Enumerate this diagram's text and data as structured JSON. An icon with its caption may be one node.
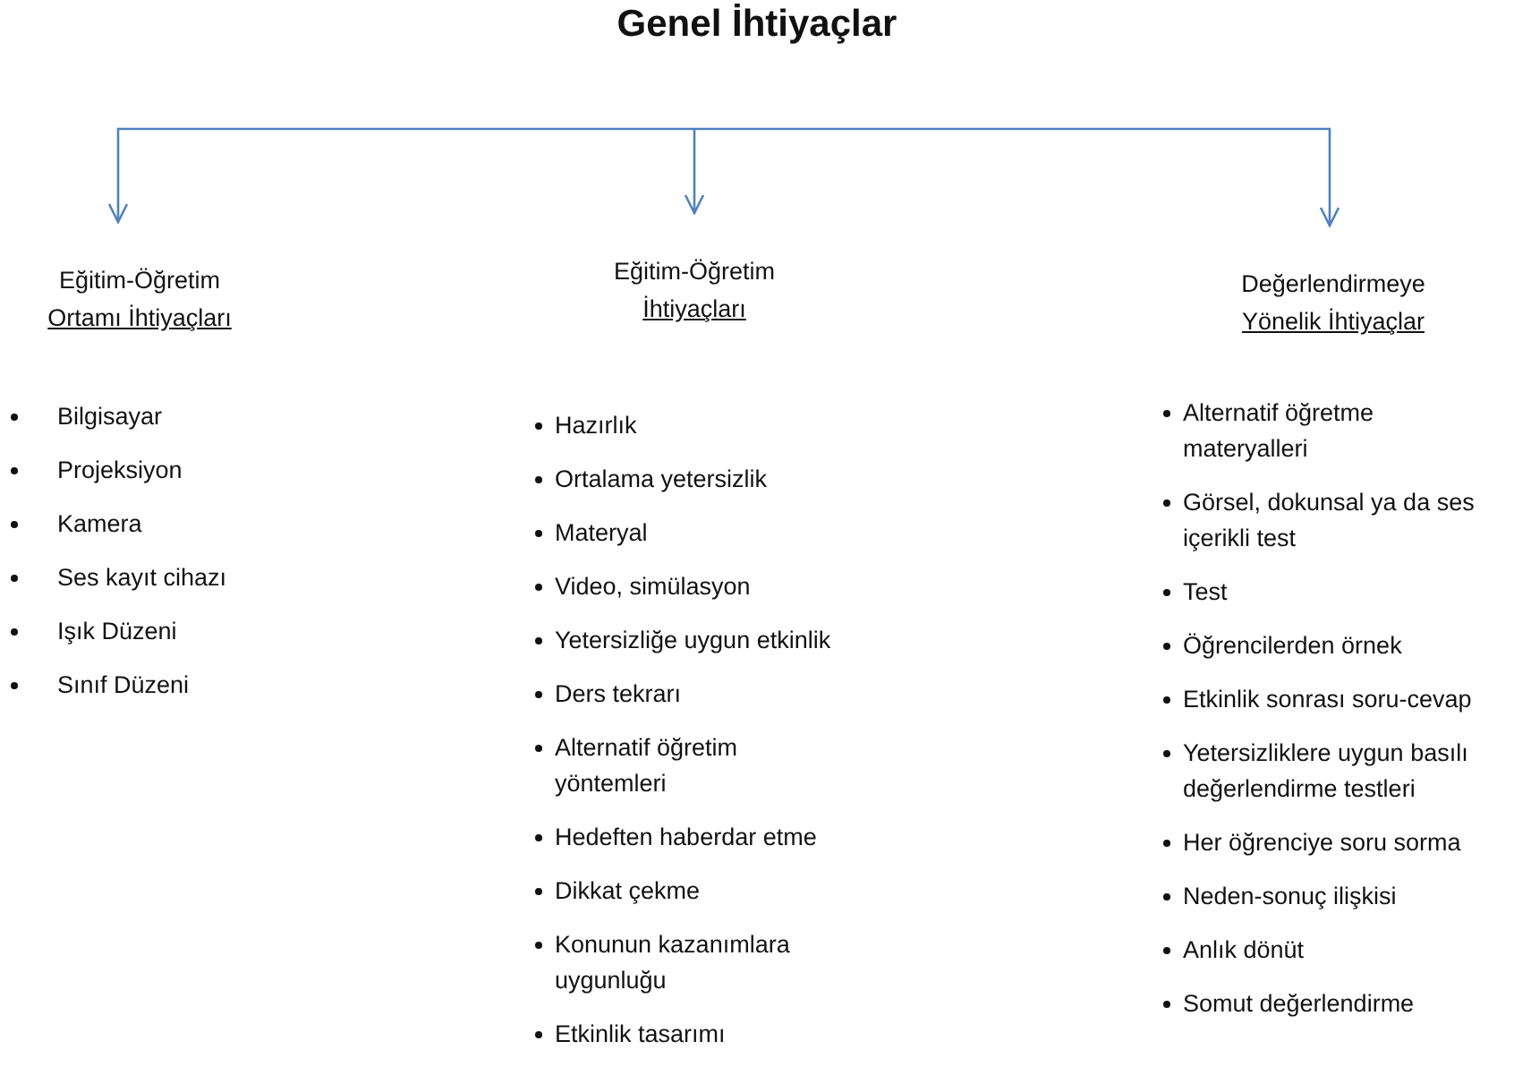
{
  "diagram": {
    "title": "Genel İhtiyaçlar",
    "nodes": [
      {
        "text": [
          "Eğitim-Öğretim",
          "Ortamı İhtiyaçları"
        ],
        "beside": [
          "Bilgisayar",
          "Projeksiyon",
          "Kamera",
          "Ses kayıt cihazı",
          "Işık Düzeni",
          "Sınıf Düzeni"
        ]
      },
      {
        "text": [
          "Eğitim-Öğretim",
          "İhtiyaçları"
        ],
        "beside": [
          "Hazırlık",
          "Ortalama yetersizlik",
          "Materyal",
          "Video, simülasyon",
          "Yetersizliğe uygun etkinlik",
          "Ders tekrarı",
          "Alternatif öğretim yöntemleri",
          "Hedeften haberdar etme",
          "Dikkat çekme",
          "Konunun kazanımlara uygunluğu",
          "Etkinlik tasarımı"
        ]
      },
      {
        "text": [
          "Değerlendirmeye",
          "Yönelik İhtiyaçlar"
        ],
        "beside": [
          "Alternatif öğretme materyalleri",
          "Görsel, dokunsal ya da ses içerikli test",
          "Test",
          "Öğrencilerden örnek",
          "Etkinlik sonrası soru-cevap",
          "Yetersizliklere uygun basılı değerlendirme testleri",
          "Her öğrenciye soru sorma",
          "Neden-sonuç ilişkisi",
          "Anlık dönüt",
          "Somut değerlendirme"
        ]
      }
    ],
    "edges": [
      {
        "from": null,
        "to": 0,
        "arrow": "to"
      },
      {
        "from": null,
        "to": 1,
        "arrow": "to"
      },
      {
        "from": null,
        "to": 2,
        "arrow": "to"
      }
    ]
  }
}
